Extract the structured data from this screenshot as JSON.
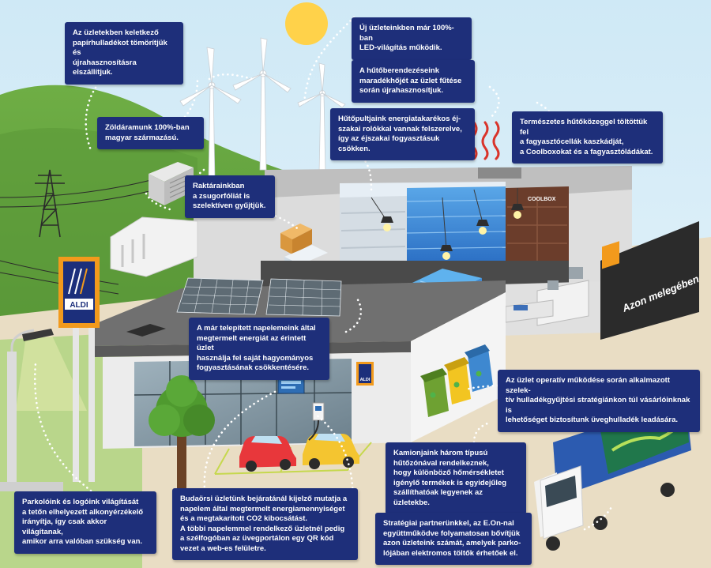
{
  "brand": {
    "logo_text": "ALDI",
    "colors": {
      "box": "#1e2f7a",
      "sky": "#d9eef8",
      "grass": "#5a9a3c",
      "sun": "#ffd24a",
      "roof": "#6e6e6e"
    }
  },
  "labels": {
    "coolbox": "COOLBOX",
    "store_sign": "Azon melegében"
  },
  "callouts": {
    "paper_waste": "Az üzletekben keletkező\npapírhulladékot tömörítjük és\nújrahasznosításra elszállítjuk.",
    "led": "Új üzleteinkben már 100%-ban\nLED-világítás működik.",
    "heat_recovery": "A hűtőberendezéseink\nmaradékhőjét az üzlet fűtése\nsorán újrahasznosítjuk.",
    "green_energy": "Zöldáramunk 100%-ban\nmagyar származású.",
    "night_shutters": "Hűtőpultjaink energiatakarékos éj-\nszakai rolókkal vannak felszerelve,\nígy az éjszakai fogyasztásuk csökken.",
    "natural_coolant": "Természetes hűtőközeggel töltöttük fel\na fagyasztócellák kaszkádját,\na Coolboxokat és a fagyasztóládákat.",
    "shrink_foil": "Raktárainkban\na zsugorfóliát is\nszelektíven gyűjtjük.",
    "solar_panels": "A már telepített napelemeink által\nmegtermelt energiát az érintett üzlet\nhasználja fel saját hagyományos\nfogyasztásának csökkentésére.",
    "selective_waste": "Az üzlet operatív működése során alkalmazott szelek-\ntív hulladékgyűjtési stratégiánkon túl vásárlóinknak is\nlehetőséget biztosítunk üveghulladék leadására.",
    "trucks": "Kamionjaink három típusú\nhűtőzónával rendelkeznek,\nhogy különböző hőmérsékletet\nigénylő termékek is egyidejűleg\nszállíthatóak legyenek az üzletekbe.",
    "parking_lights": "Parkolóink és logóink világítását\na tetőn elhelyezett alkonyérzékelő\nirányítja, így csak akkor világítanak,\namikor arra valóban szükség van.",
    "budaors_display": "Budaörsi üzletünk bejáratánál kijelző mutatja a\nnapelem által megtermelt energiamennyiséget\nés a megtakarított CO2 kibocsátást.\nA többi napelemmel rendelkező üzletnél pedig\na szélfogóban az üvegportálon egy QR kód\nvezet a web-es felületre.",
    "eon_chargers": "Stratégiai partnerünkkel, az E.On-nal\negyüttműködve folyamatosan bővítjük\nazon üzleteink számát, amelyek parko-\nlójában elektromos töltők érhetőek el."
  }
}
